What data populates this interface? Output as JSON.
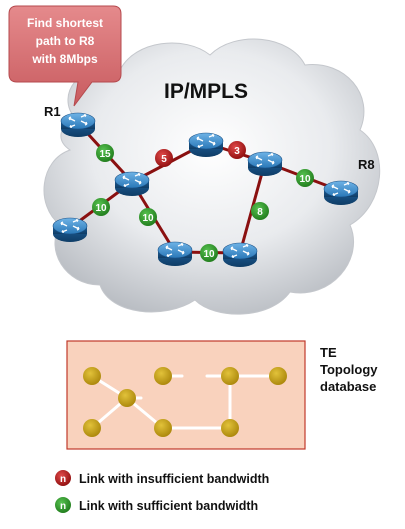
{
  "callout": {
    "lines": [
      "Find shortest",
      "path to R8",
      "with 8Mbps"
    ]
  },
  "cloud": {
    "title": "IP/MPLS"
  },
  "routers": [
    {
      "id": "r1",
      "label": "R1"
    },
    {
      "id": "r8",
      "label": "R8"
    }
  ],
  "links": [
    {
      "id": "r1-hub",
      "metric": "15",
      "sufficient": true
    },
    {
      "id": "hub-left",
      "metric": "10",
      "sufficient": true
    },
    {
      "id": "hub-top",
      "metric": "5",
      "sufficient": false
    },
    {
      "id": "top-right",
      "metric": "3",
      "sufficient": false
    },
    {
      "id": "hub-bottom",
      "metric": "10",
      "sufficient": true
    },
    {
      "id": "bottom-bottom",
      "metric": "10",
      "sufficient": true
    },
    {
      "id": "right-bottom",
      "metric": "8",
      "sufficient": true
    },
    {
      "id": "right-r8",
      "metric": "10",
      "sufficient": true
    }
  ],
  "te_database": {
    "label_lines": [
      "TE",
      "Topology",
      "database"
    ]
  },
  "legend": [
    {
      "marker": "n",
      "color": "#b01818",
      "text": "Link with insufficient bandwidth"
    },
    {
      "marker": "n",
      "color": "#2f9a2a",
      "text": "Link with sufficient bandwidth"
    }
  ],
  "colors": {
    "link_red": "#8a1010",
    "badge_red": "#b01818",
    "badge_green": "#2f9a2a",
    "router_blue": "#1f6aa6",
    "callout_fill": "#d9777a",
    "te_box_fill": "#f9d2bd",
    "te_box_border": "#c0392b",
    "te_node": "#c9a010"
  }
}
